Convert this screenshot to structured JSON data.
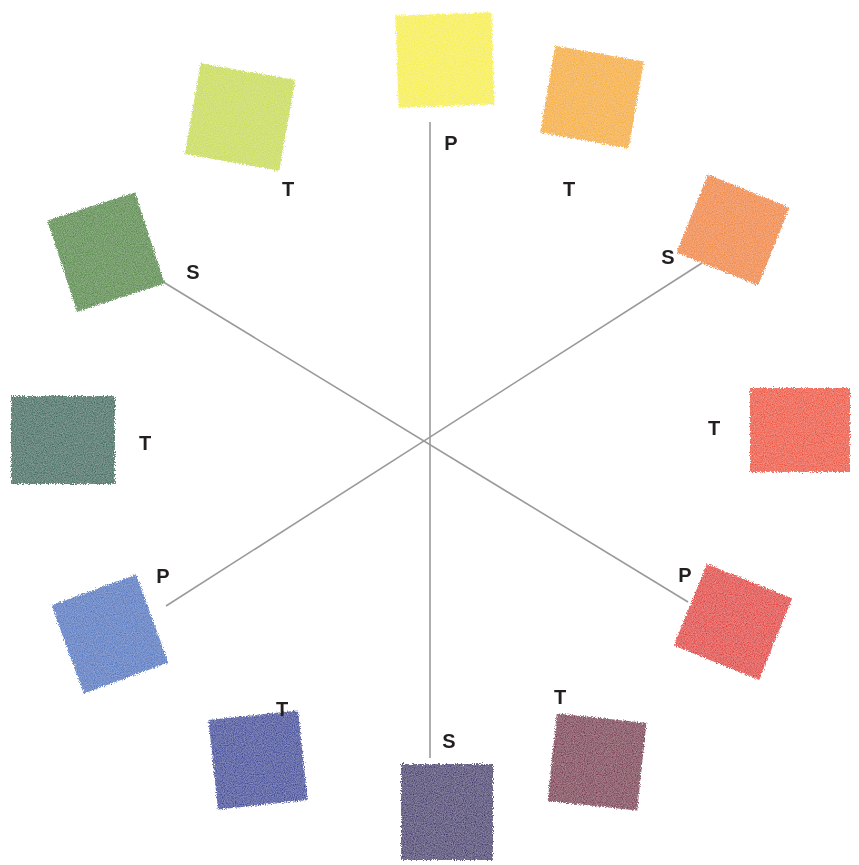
{
  "diagram": {
    "labels": [
      "P",
      "T",
      "S",
      "T",
      "P",
      "T",
      "S",
      "T",
      "P",
      "T",
      "S",
      "T"
    ]
  }
}
